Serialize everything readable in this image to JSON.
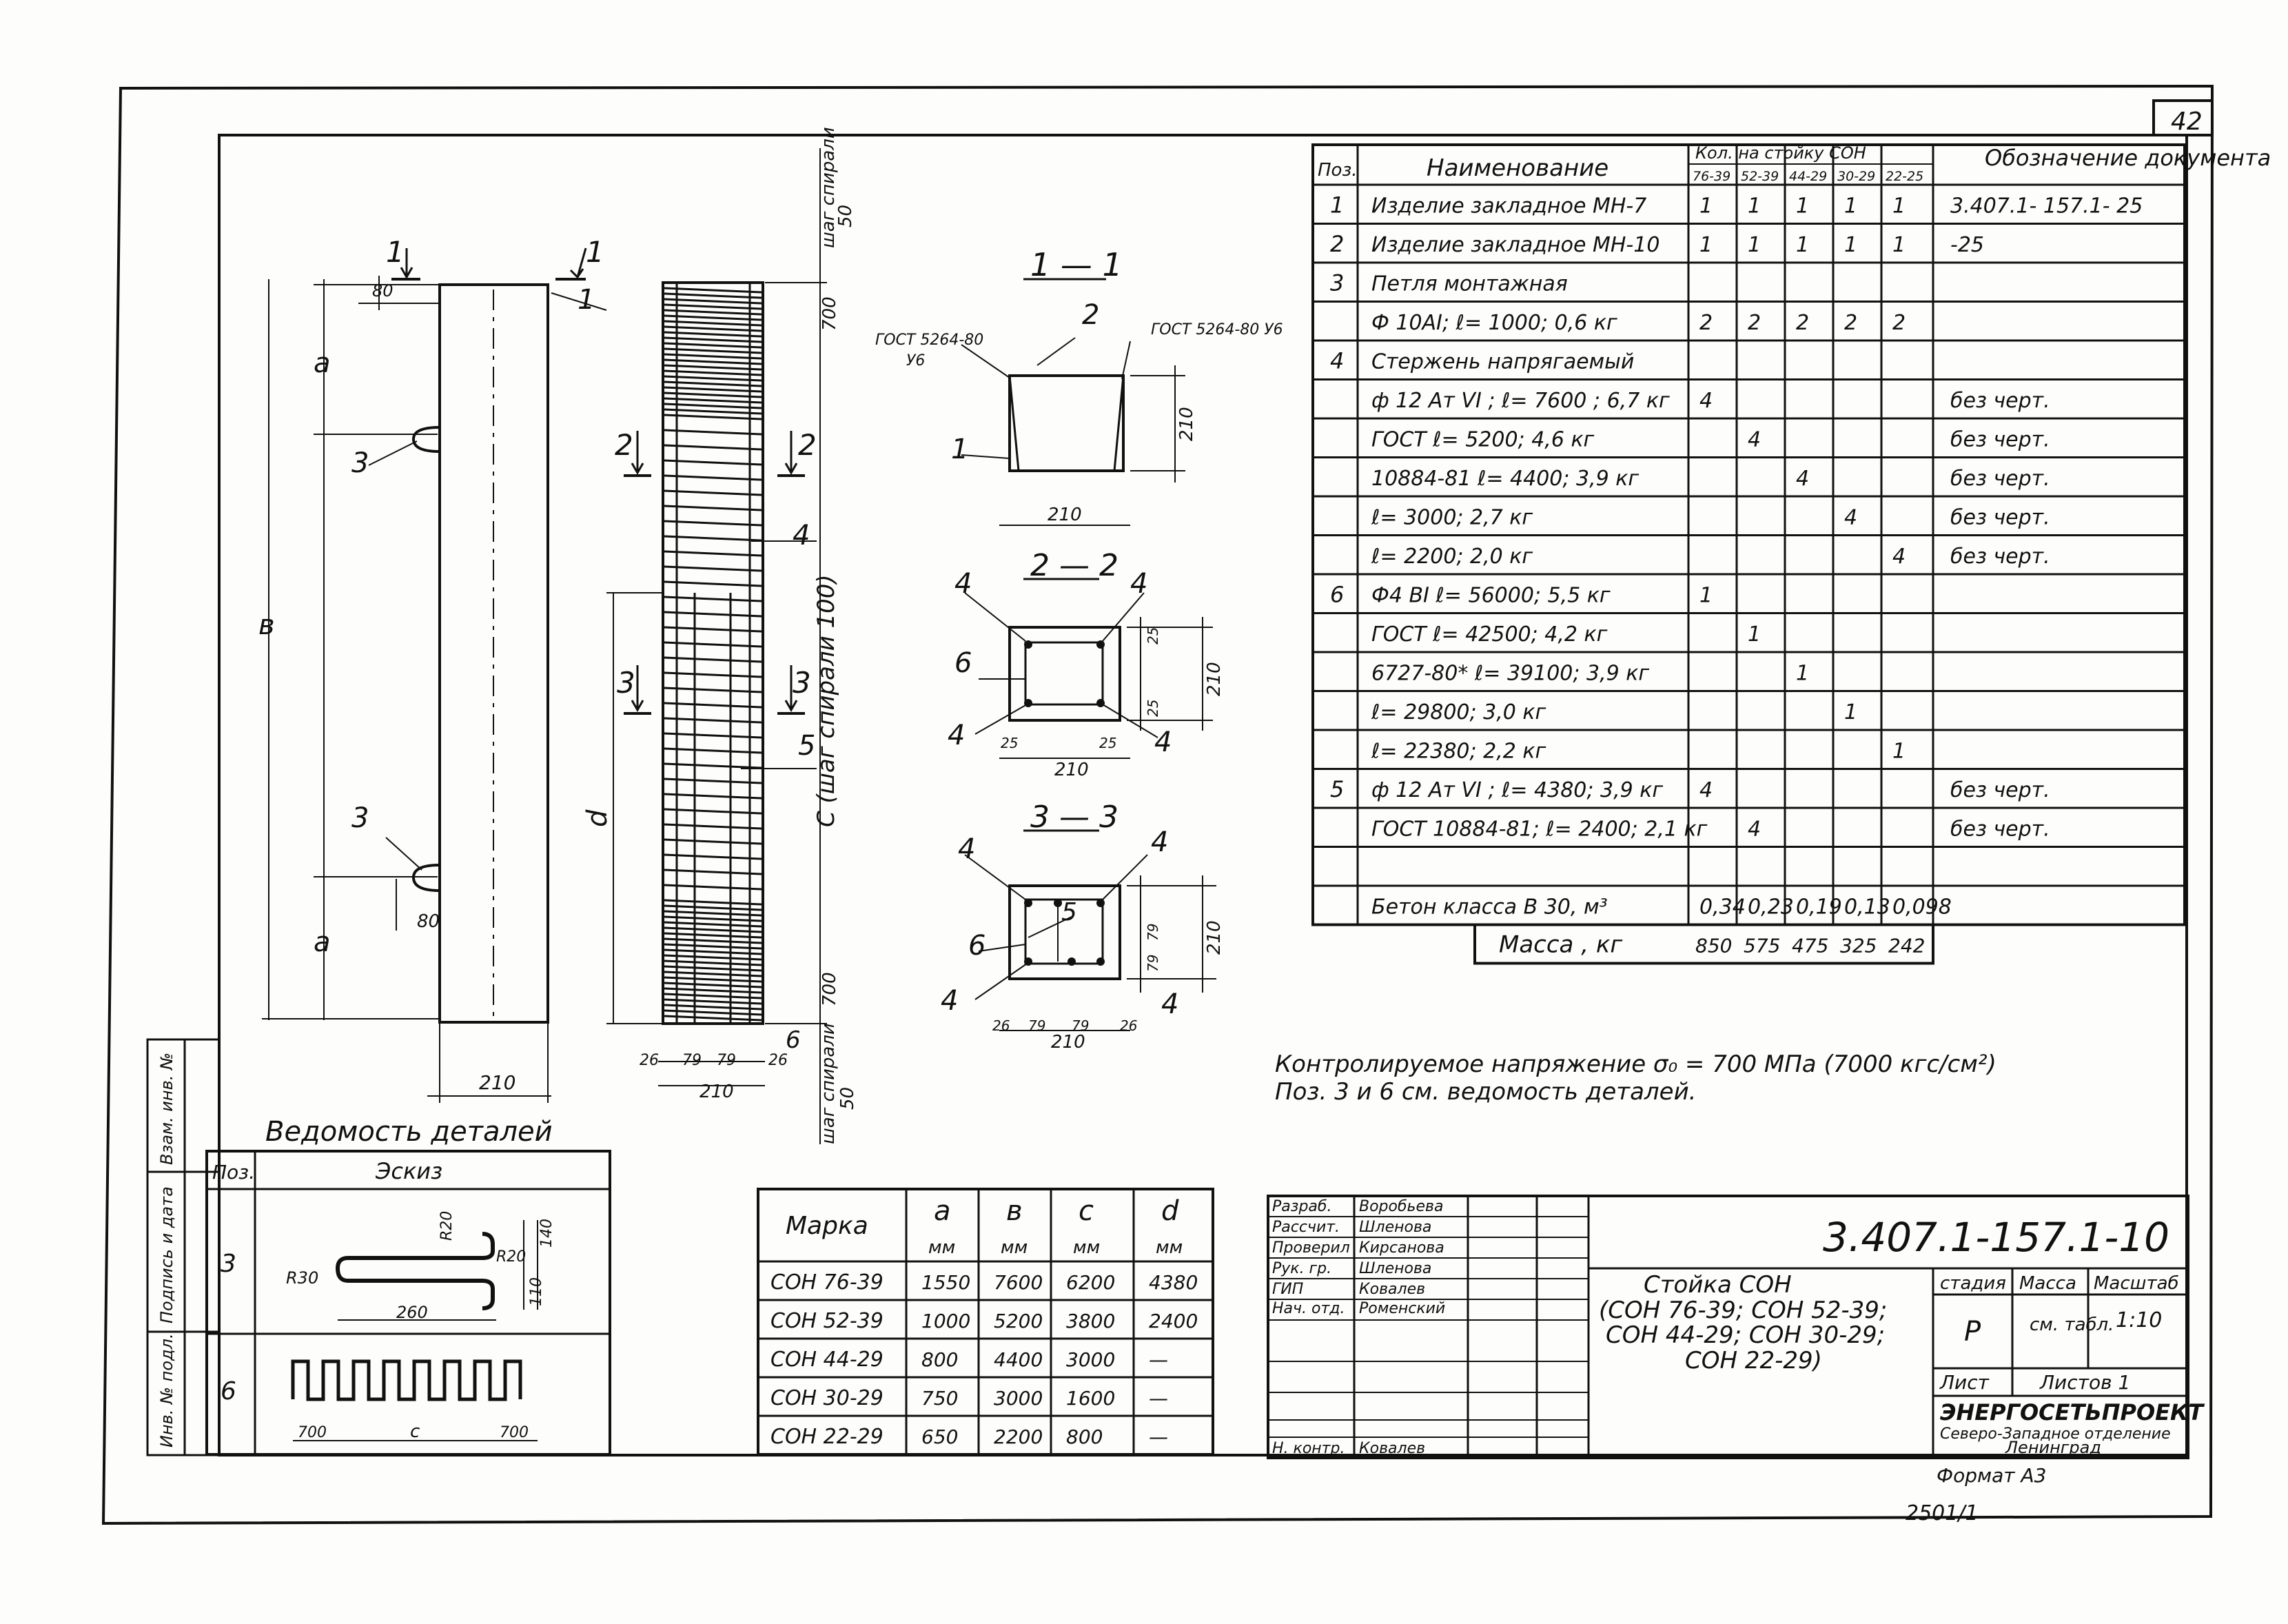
{
  "sheet": {
    "number": "42",
    "doc_code": "3.407.1-157.1-10",
    "format": "Формат А3",
    "archive_number": "2501/1"
  },
  "spec_table": {
    "headers": {
      "pos": "Поз.",
      "name": "Наименование",
      "qty_group": "Кол. на стойку СОН",
      "qty_cols": [
        "76-39",
        "52-39",
        "44-29",
        "30-29",
        "22-25"
      ],
      "doc": "Обозначение документа"
    },
    "rows": [
      {
        "pos": "1",
        "name": "Изделие закладное МН-7",
        "q": [
          "1",
          "1",
          "1",
          "1",
          "1"
        ],
        "doc": "3.407.1- 157.1- 25"
      },
      {
        "pos": "2",
        "name": "Изделие закладное МН-10",
        "q": [
          "1",
          "1",
          "1",
          "1",
          "1"
        ],
        "doc": "-25"
      },
      {
        "pos": "3",
        "name": "Петля монтажная",
        "q": [
          "",
          "",
          "",
          "",
          ""
        ],
        "doc": ""
      },
      {
        "pos": "",
        "name": "Ф 10АI; ℓ= 1000; 0,6 кг",
        "q": [
          "2",
          "2",
          "2",
          "2",
          "2"
        ],
        "doc": ""
      },
      {
        "pos": "4",
        "name": "Стержень напрягаемый",
        "q": [
          "",
          "",
          "",
          "",
          ""
        ],
        "doc": ""
      },
      {
        "pos": "",
        "name": "ф 12 Ат VI ; ℓ= 7600 ; 6,7 кг",
        "q": [
          "4",
          "",
          "",
          "",
          ""
        ],
        "doc": "без черт."
      },
      {
        "pos": "",
        "name": "ГОСТ ℓ= 5200; 4,6 кг",
        "q": [
          "",
          "4",
          "",
          "",
          ""
        ],
        "doc": "без черт."
      },
      {
        "pos": "",
        "name": "10884-81 ℓ= 4400; 3,9 кг",
        "q": [
          "",
          "",
          "4",
          "",
          ""
        ],
        "doc": "без черт."
      },
      {
        "pos": "",
        "name": "ℓ= 3000; 2,7 кг",
        "q": [
          "",
          "",
          "",
          "4",
          ""
        ],
        "doc": "без черт."
      },
      {
        "pos": "",
        "name": "ℓ= 2200; 2,0 кг",
        "q": [
          "",
          "",
          "",
          "",
          "4"
        ],
        "doc": "без черт."
      },
      {
        "pos": "6",
        "name": "Ф4 ВI ℓ= 56000; 5,5 кг",
        "q": [
          "1",
          "",
          "",
          "",
          ""
        ],
        "doc": ""
      },
      {
        "pos": "",
        "name": "ГОСТ ℓ= 42500; 4,2 кг",
        "q": [
          "",
          "1",
          "",
          "",
          ""
        ],
        "doc": ""
      },
      {
        "pos": "",
        "name": "6727-80* ℓ= 39100; 3,9 кг",
        "q": [
          "",
          "",
          "1",
          "",
          ""
        ],
        "doc": ""
      },
      {
        "pos": "",
        "name": "ℓ= 29800; 3,0 кг",
        "q": [
          "",
          "",
          "",
          "1",
          ""
        ],
        "doc": ""
      },
      {
        "pos": "",
        "name": "ℓ= 22380; 2,2 кг",
        "q": [
          "",
          "",
          "",
          "",
          "1"
        ],
        "doc": ""
      },
      {
        "pos": "5",
        "name": "ф 12 Ат VI ; ℓ= 4380; 3,9 кг",
        "q": [
          "4",
          "",
          "",
          "",
          ""
        ],
        "doc": "без черт."
      },
      {
        "pos": "",
        "name": "ГОСТ 10884-81; ℓ= 2400; 2,1 кг",
        "q": [
          "",
          "4",
          "",
          "",
          ""
        ],
        "doc": "без черт."
      },
      {
        "pos": "",
        "name": "",
        "q": [
          "",
          "",
          "",
          "",
          ""
        ],
        "doc": ""
      },
      {
        "pos": "",
        "name": "Бетон класса В 30, м³",
        "q": [
          "0,34",
          "0,23",
          "0,19",
          "0,13",
          "0,098"
        ],
        "doc": ""
      }
    ],
    "mass_row": {
      "label": "Масса , кг",
      "q": [
        "850",
        "575",
        "475",
        "325",
        "242"
      ]
    }
  },
  "notes": {
    "line1": "Контролируемое напряжение σ₀ = 700 МПа (7000 кгс/см²)",
    "line2": "Поз. 3 и 6 см. ведомость деталей."
  },
  "marka_table": {
    "headers": [
      "Марка",
      "a",
      "в",
      "с",
      "d"
    ],
    "units": [
      "",
      "мм",
      "мм",
      "мм",
      "мм"
    ],
    "rows": [
      [
        "СОН 76-39",
        "1550",
        "7600",
        "6200",
        "4380"
      ],
      [
        "СОН 52-39",
        "1000",
        "5200",
        "3800",
        "2400"
      ],
      [
        "СОН 44-29",
        "800",
        "4400",
        "3000",
        "—"
      ],
      [
        "СОН 30-29",
        "750",
        "3000",
        "1600",
        "—"
      ],
      [
        "СОН 22-29",
        "650",
        "2200",
        "800",
        "—"
      ]
    ]
  },
  "details": {
    "title": "Ведомость деталей",
    "headers": [
      "Поз.",
      "Эскиз"
    ],
    "rows": [
      {
        "pos": "3",
        "dims": [
          "R20",
          "R30",
          "260",
          "R20",
          "140",
          "110"
        ]
      },
      {
        "pos": "6",
        "dims": [
          "700",
          "с",
          "700"
        ]
      }
    ]
  },
  "side_stamp": [
    "Инв. № подл.",
    "Подпись и дата",
    "Взам. инв. №"
  ],
  "title_block": {
    "roles": [
      "Разраб.",
      "Рассчит.",
      "Проверил",
      "Рук. гр.",
      "ГИП",
      "Нач. отд.",
      "",
      "",
      "",
      "Н. контр."
    ],
    "names": [
      "Воробьева",
      "Шленова",
      "Кирсанова",
      "Шленова",
      "Ковалев",
      "Роменский",
      "",
      "",
      "",
      "Ковалев"
    ],
    "product": [
      "Стойка СОН",
      "(СОН 76-39; СОН 52-39;",
      "СОН 44-29; СОН 30-29;",
      "СОН 22-29)"
    ],
    "stage_label": "стадия",
    "mass_label": "Масса",
    "scale_label": "Масштаб",
    "stage": "Р",
    "mass": "см. табл.",
    "scale": "1:10",
    "sheet_label": "Лист",
    "sheets_label": "Листов 1",
    "org": "ЭНЕРГОСЕТЬПРОЕКТ",
    "org_sub1": "Северо-Западное отделение",
    "org_sub2": "Ленинград"
  },
  "drawing": {
    "cut_marks": [
      "1",
      "1",
      "2",
      "2",
      "3",
      "3"
    ],
    "labels": {
      "a1": "а",
      "b": "в",
      "a2": "а",
      "d": "d",
      "c": "С (шаг спирали 100)",
      "step_top": "шаг спирали",
      "step_bot": "шаг спирали",
      "dim210": "210",
      "dim80a": "80",
      "dim80b": "80",
      "d700a": "700",
      "d700b": "700",
      "d50a": "50",
      "d50b": "50",
      "d26": "26",
      "d79": "79",
      "d79b": "79",
      "d26b": "26",
      "d210": "210",
      "p1": "1",
      "p3a": "3",
      "p3b": "3",
      "p4": "4",
      "p5": "5",
      "p6": "6"
    },
    "sections": {
      "s11": "1 — 1",
      "s22": "2 — 2",
      "s33": "3 — 3",
      "gost_left": "ГОСТ 5264-80",
      "gost_left2": "У6",
      "gost_right": "ГОСТ 5264-80 У6",
      "d210": "210",
      "d25": "25",
      "d79": "79"
    }
  }
}
